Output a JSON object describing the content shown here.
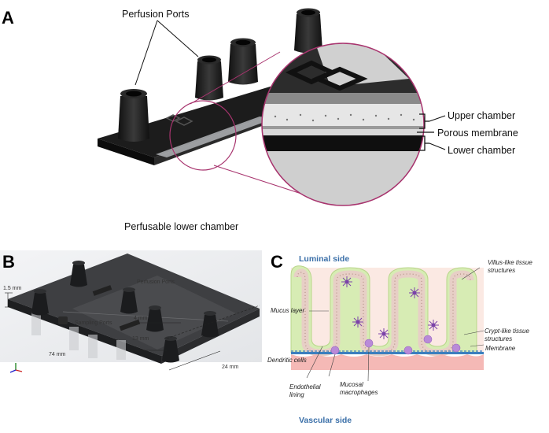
{
  "panels": {
    "a": {
      "letter": "A",
      "labels": {
        "perfusion_ports": "Perfusion Ports",
        "upper_chamber": "Upper chamber",
        "porous_membrane": "Porous membrane",
        "lower_chamber": "Lower  chamber",
        "perfusable_lower_chamber": "Perfusable lower chamber"
      }
    },
    "b": {
      "letter": "B",
      "labels": {
        "perfusion_ports": "Perfusion Ports",
        "sampling_ports": "Sampling Ports",
        "dim_1_5": "1.5 mm",
        "dim_74": "74 mm",
        "dim_4": "4 mm",
        "dim_13": "13 mm",
        "dim_24": "24 mm"
      }
    },
    "c": {
      "letter": "C",
      "labels": {
        "luminal_side": "Luminal side",
        "vascular_side": "Vascular side",
        "villus_line1": "Villus-like tissue",
        "villus_line2": "structures",
        "mucus_layer": "Mucus layer",
        "dendritic_cells": "Dendritic cells",
        "crypt_line1": "Crypt-like tissue",
        "crypt_line2": "structures",
        "membrane": "Membrane",
        "endothelial_line1": "Endothelial",
        "endothelial_line2": "lining",
        "mucosal_line1": "Mucosal",
        "mucosal_line2": "macrophages"
      }
    }
  },
  "colors": {
    "accent_magenta": "#a8346e",
    "label_blue": "#3a6fa8",
    "villus_green": "#d7ecb4",
    "cell_pink": "#f1dcd6",
    "dendritic_purple": "#7b43a8",
    "macrophage_purple": "#b98ad8",
    "membrane_blue": "#3c7fbe",
    "endothelium_red": "#f5b9b6"
  }
}
